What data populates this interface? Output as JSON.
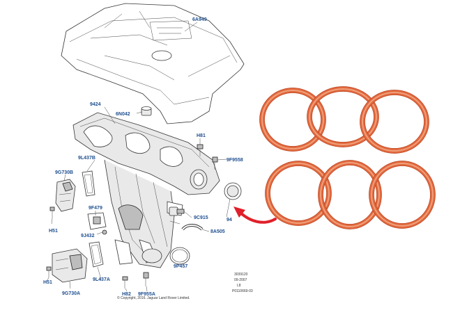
{
  "callouts": {
    "engine_cover": "6A949",
    "manifold": "9424",
    "grommet": "6N042",
    "bolt_top": "H81",
    "stud": "9F9558",
    "gasket_left": "9L437B",
    "sensor_left": "9G730B",
    "bolt_left": "H51",
    "sensor_mid": "9F479",
    "clip": "9J432",
    "seal_ring": "94",
    "sensor_right": "9C915",
    "hose": "8A505",
    "actuator_box": "9G730A",
    "bolt_lower_left": "H51",
    "gasket_lower": "9L437A",
    "bolt_bottom": "H82",
    "stud_bottom": "9F955A",
    "o_ring": "9P457"
  },
  "info_block": {
    "line1": "3039120",
    "line2": "09-2007",
    "line3": "L8",
    "line4": "P0110669-03"
  },
  "copyright": "© Copyright, 2016. Jaguar Land Rover Limited.",
  "colors": {
    "gasket": "#e2683e",
    "arrow": "#e0202a",
    "callout": "#1f4f8f"
  }
}
